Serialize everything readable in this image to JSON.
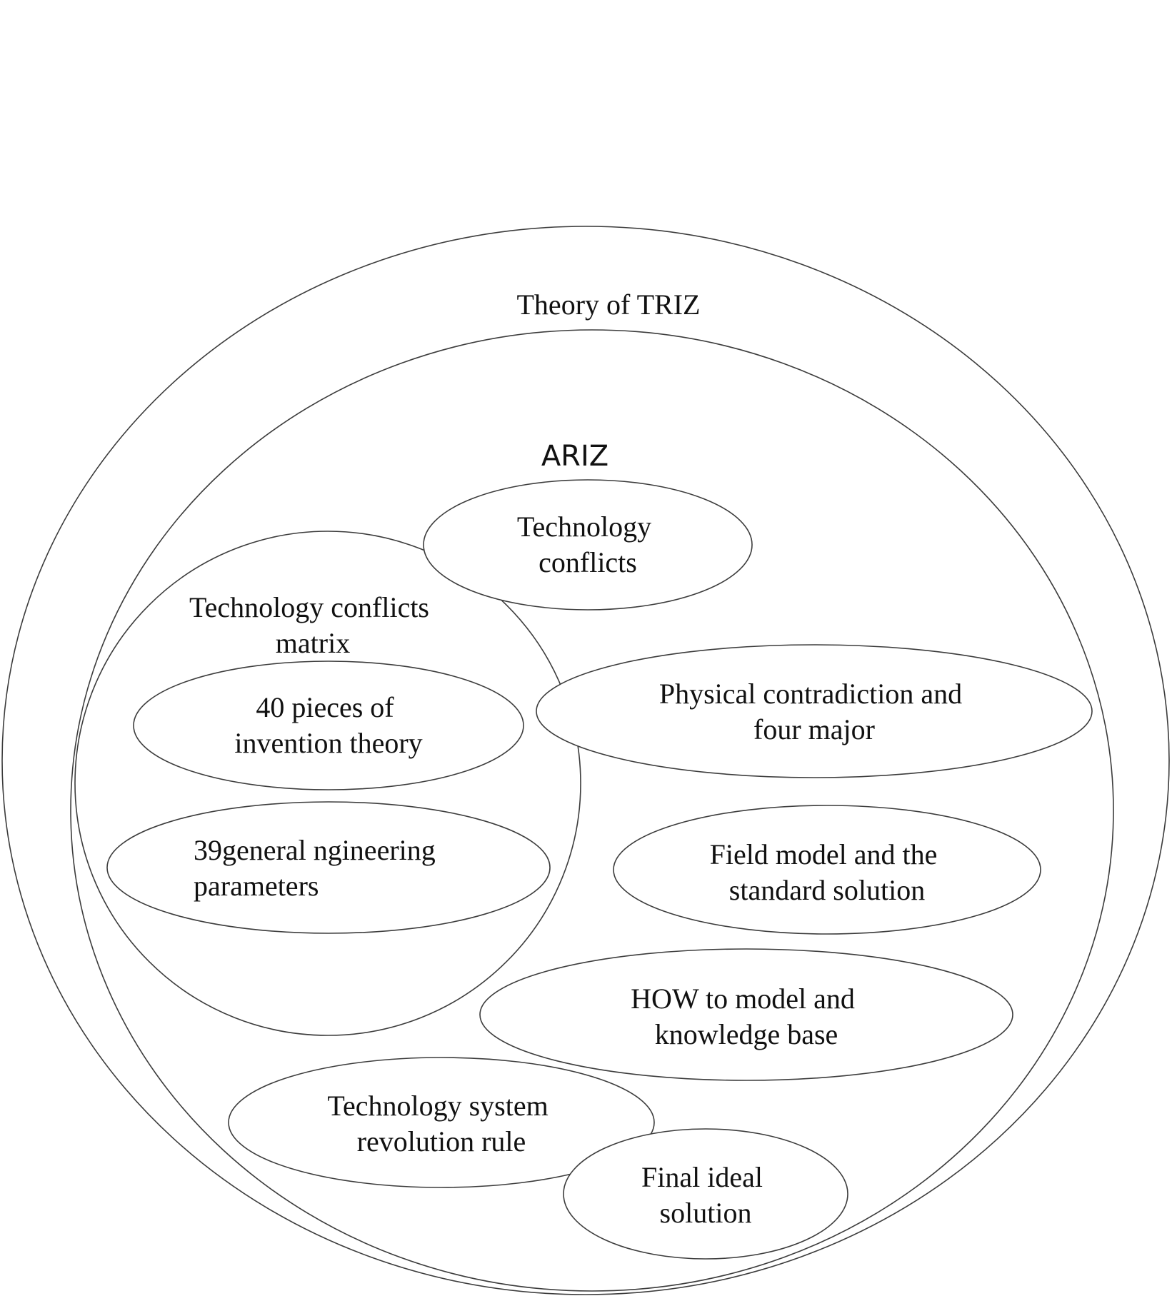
{
  "diagram": {
    "outer": {
      "title": "Theory of TRIZ"
    },
    "inner": {
      "title": "ARIZ"
    },
    "matrix": {
      "lines": [
        "Technology conflicts",
        "matrix"
      ]
    },
    "nodes": {
      "technology_conflicts": {
        "lines": [
          "Technology",
          "conflicts"
        ]
      },
      "invention_principles": {
        "lines": [
          "40 pieces of",
          "invention theory"
        ]
      },
      "engineering_parameters": {
        "lines": [
          "39general  ngineering",
          "parameters"
        ]
      },
      "physical_contradiction": {
        "lines": [
          "Physical  contradiction  and",
          "four major"
        ]
      },
      "field_model": {
        "lines": [
          "Field model and the",
          "standard solution"
        ]
      },
      "how_model": {
        "lines": [
          "HOW to model and",
          "knowledge base"
        ]
      },
      "evolution_rule": {
        "lines": [
          "Technology system",
          "revolution rule"
        ]
      },
      "final_ideal": {
        "lines": [
          "Final ideal",
          "solution"
        ]
      }
    }
  }
}
